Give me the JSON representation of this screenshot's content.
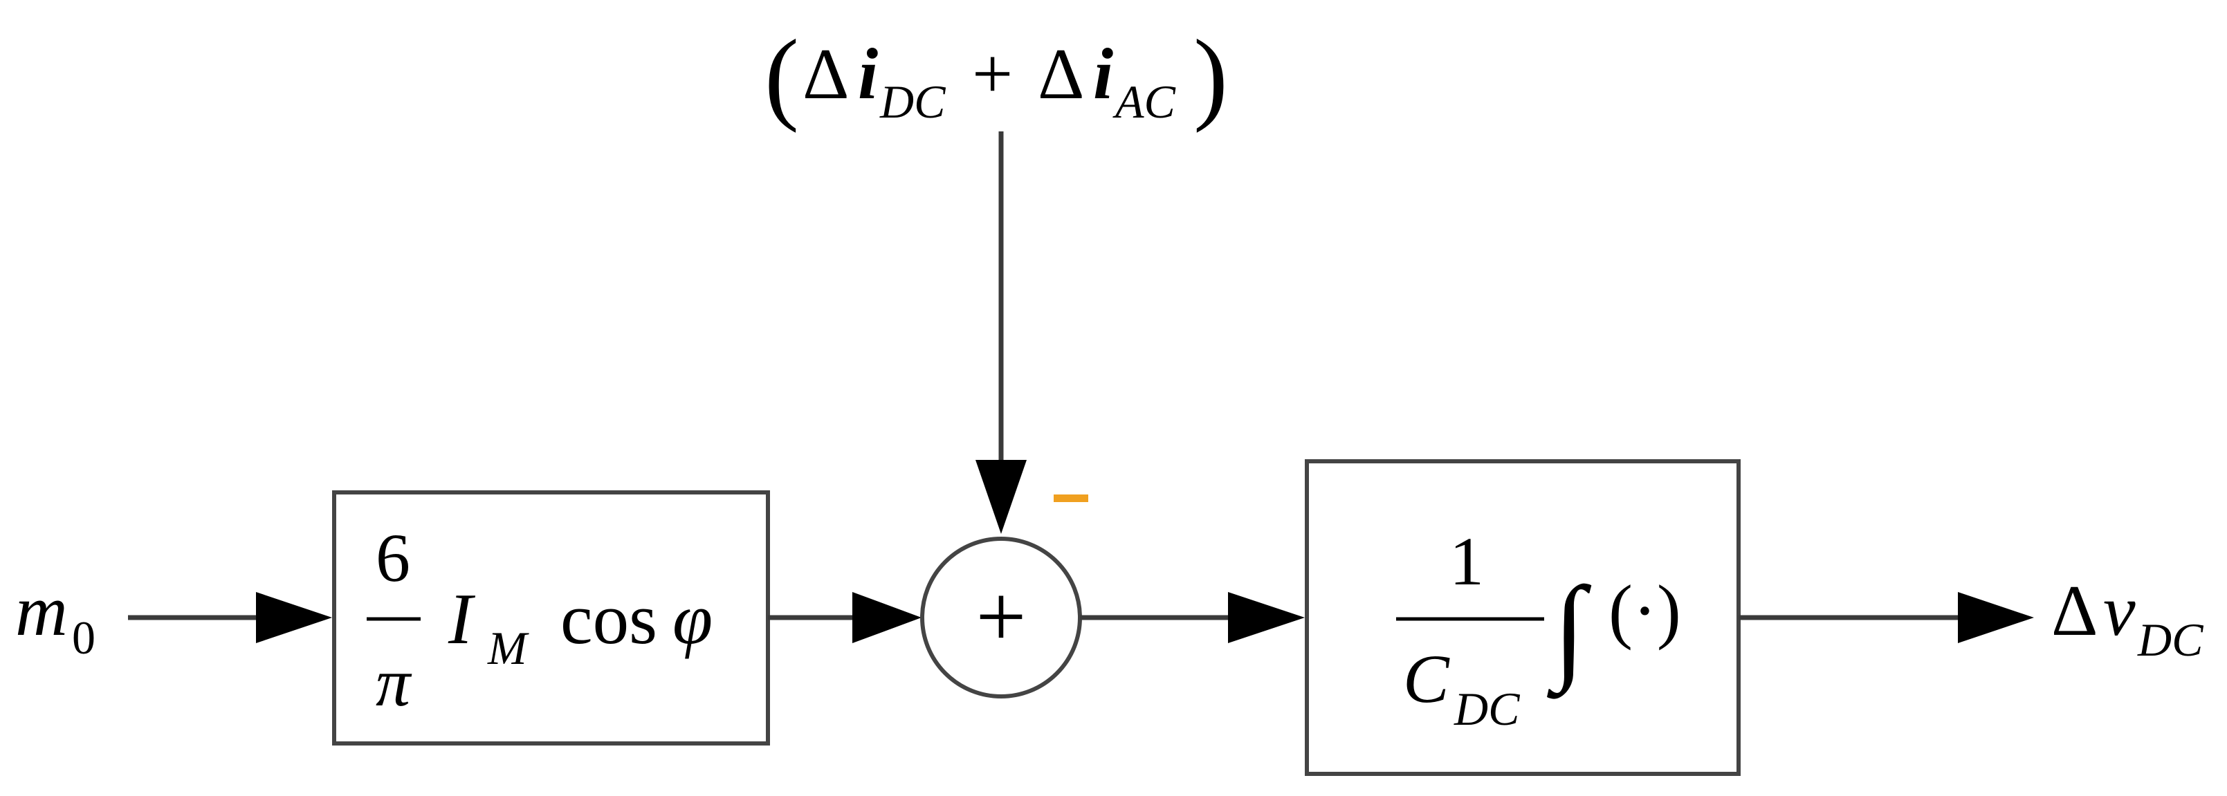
{
  "diagram": {
    "input": {
      "base": "m",
      "sub": "0"
    },
    "disturbance": {
      "lparen": "(",
      "delta1": "Δ",
      "var1": "i",
      "sub1": "DC",
      "plus": "+",
      "delta2": "Δ",
      "var2": "i",
      "sub2": "AC",
      "rparen": ")"
    },
    "gain_block": {
      "numerator": "6",
      "denominator": "π",
      "current": "I",
      "current_sub": "M",
      "cos": "cos",
      "phi": "φ"
    },
    "summing_junction": {
      "symbol": "+",
      "minus_sign": "-"
    },
    "integrator_block": {
      "numerator": "1",
      "denominator": "C",
      "denominator_sub": "DC",
      "integral": "∫",
      "argument": "(·)"
    },
    "output": {
      "delta": "Δ",
      "var": "v",
      "sub": "DC"
    },
    "colors": {
      "line": "#3a3a3a",
      "minus_sign": "#f0a020"
    }
  }
}
